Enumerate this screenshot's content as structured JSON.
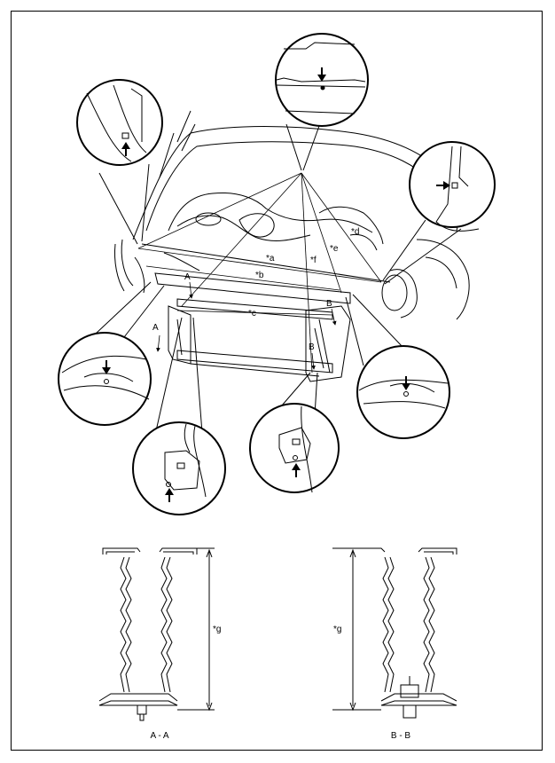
{
  "labels": {
    "a": "*a",
    "b": "*b",
    "c": "*c",
    "d": "*d",
    "e": "*e",
    "f": "*f",
    "g_left": "*g",
    "g_right": "*g",
    "section_a_top": "A",
    "section_a_bottom": "A",
    "section_b_top": "B",
    "section_b_bottom": "B",
    "caption_left": "A - A",
    "caption_right": "B - B"
  },
  "colors": {
    "line": "#000000",
    "background": "#ffffff"
  },
  "icons": [
    "arrow-up-icon",
    "arrow-down-icon",
    "arrow-right-icon"
  ]
}
